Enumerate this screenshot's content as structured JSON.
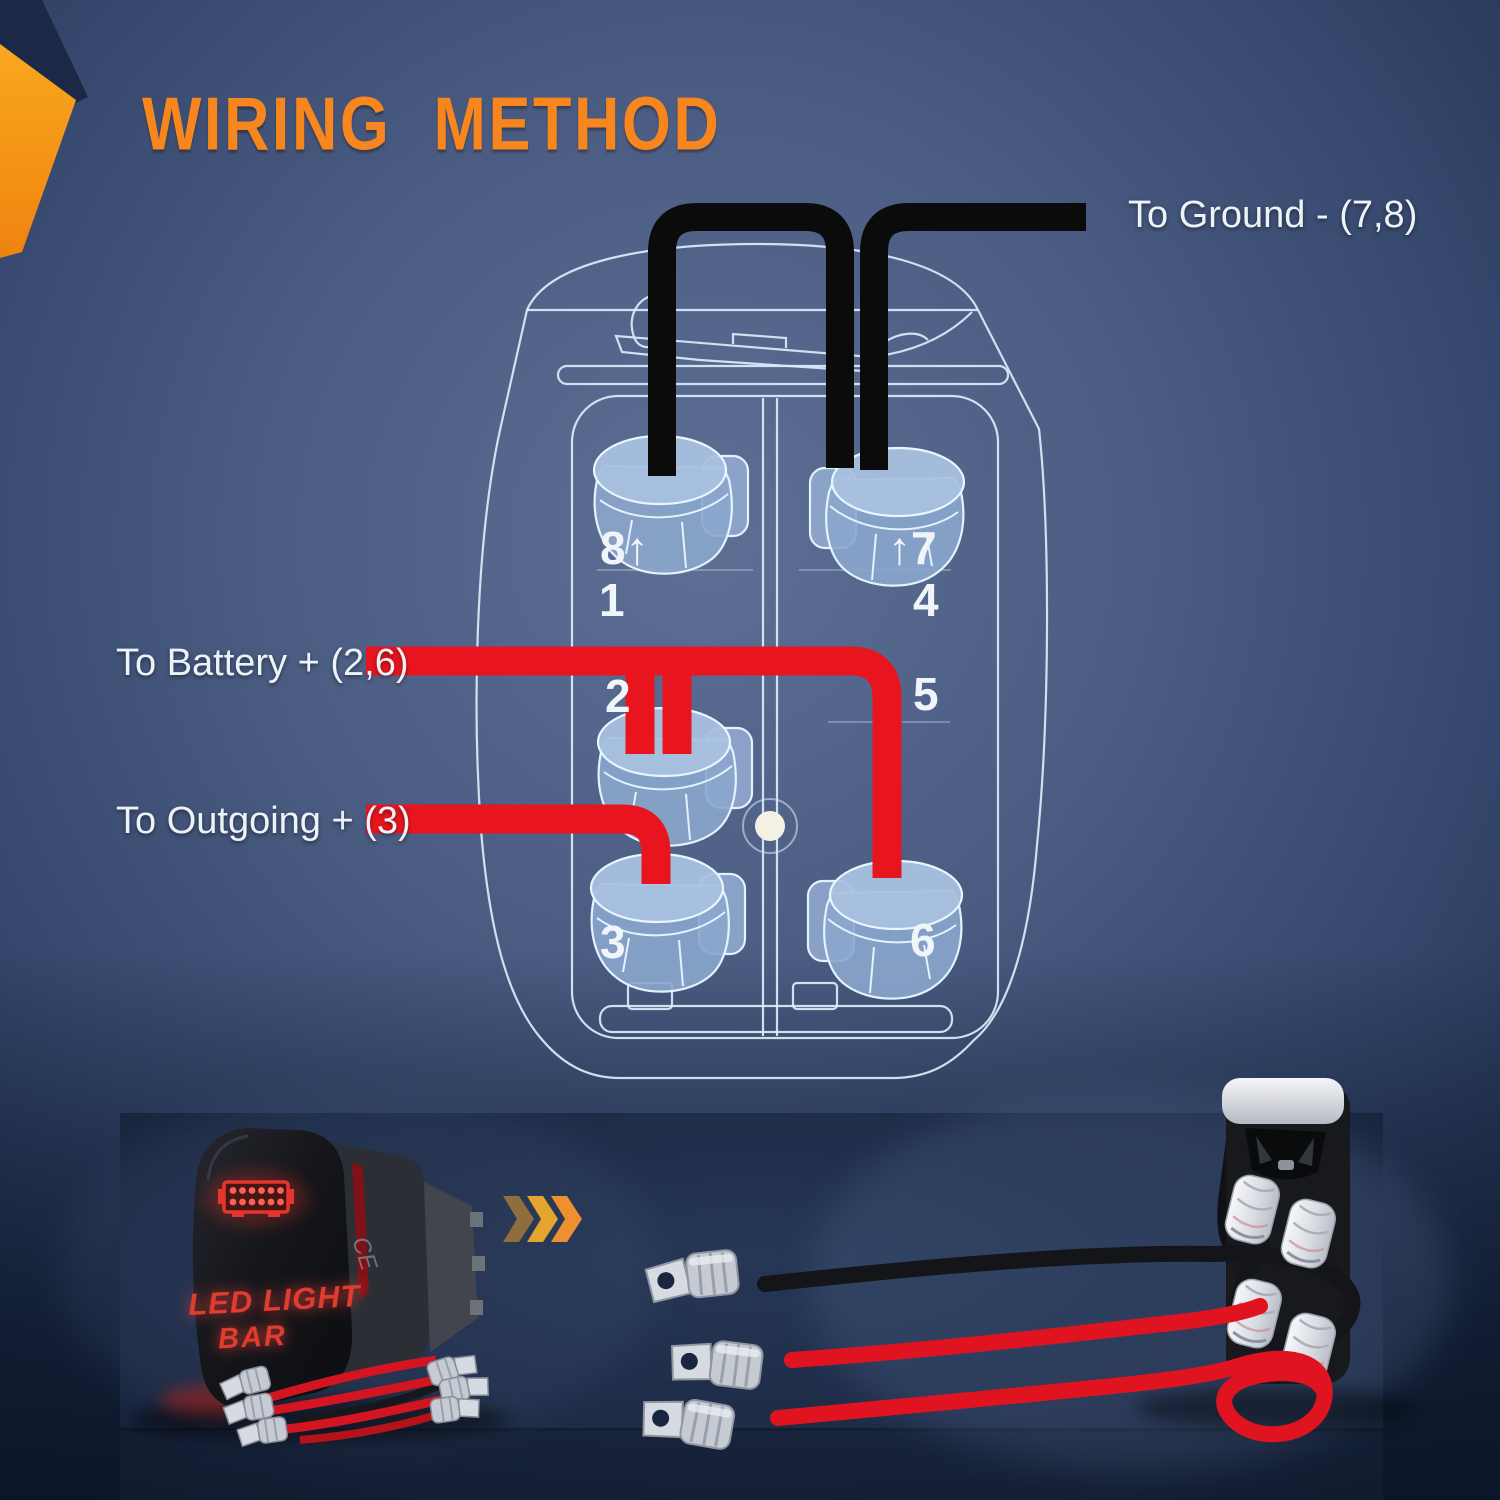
{
  "title": "WIRING METHOD",
  "wire_labels": {
    "ground": "To Ground - (7,8)",
    "battery": "To Battery + (2,6)",
    "outgoing": "To Outgoing + (3)"
  },
  "terminals": {
    "t1": "1",
    "t2": "2",
    "t3": "3",
    "t4": "4",
    "t5": "5",
    "t6": "6",
    "t8_ground": "8↑",
    "t7_ground": "↑7"
  },
  "product": {
    "switch_text_line1": "LED LIGHT",
    "switch_text_line2": "BAR",
    "side_mark": "CE"
  },
  "icons": {
    "corner_accent": "orange-corner-arrow-icon",
    "led_bar": "led-light-bar-icon",
    "arrows": "triple-chevron-right-icon"
  },
  "colors": {
    "accent_orange": "#f6861d",
    "wire_red": "#e8151e",
    "wire_black": "#0b0b0c",
    "wireframe_blue": "#d9edfb",
    "label_white": "#edf2f8",
    "background_blue": "#42547a",
    "panel_navy": "#1a2640",
    "led_glow_red": "#e8352c",
    "chevron_dark": "#8f6d3c",
    "chevron_mid": "#e3a52f",
    "chevron_bright": "#ec9030"
  }
}
